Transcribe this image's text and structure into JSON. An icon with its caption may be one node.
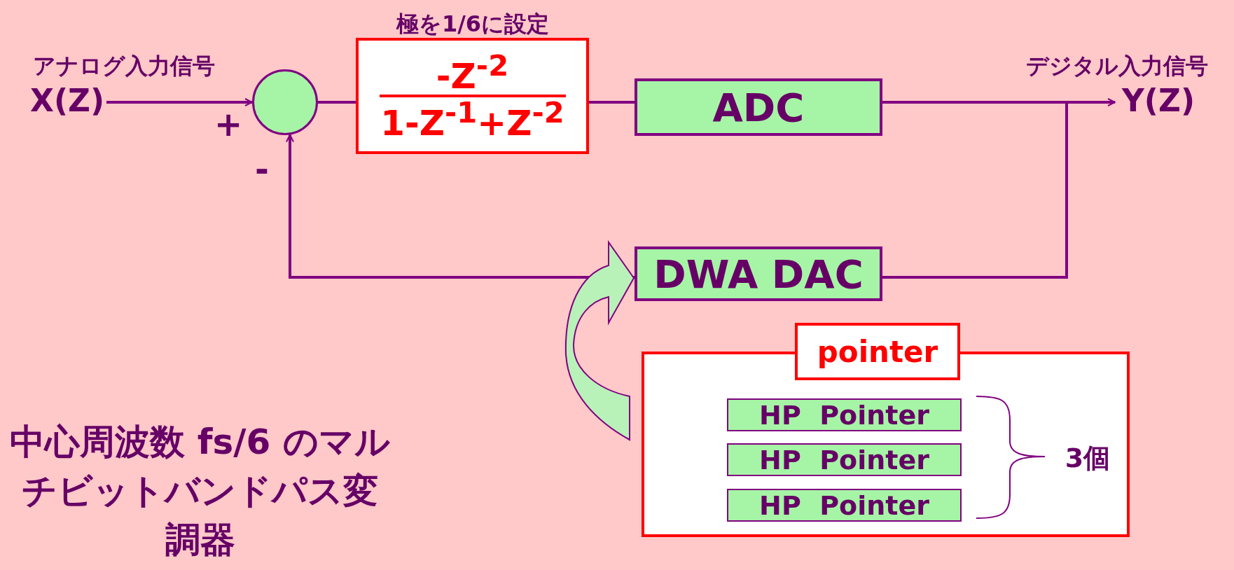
{
  "diagram": {
    "title": "中心周波数 fs/6 のマルチビットバンドパス変調器",
    "nodes": [
      {
        "text": [
          "X(Z)"
        ],
        "beside": [
          "アナログ入力信号"
        ]
      },
      {
        "text": [],
        "shape": "circle"
      },
      {
        "text": [
          "-Z$^{-2}$",
          "1-Z$^{-1}$+Z$^{-2}$"
        ],
        "beside": [
          "極を1/6に設定"
        ]
      },
      {
        "text": [
          "ADC"
        ]
      },
      {
        "text": [
          "Y(Z)"
        ],
        "beside": [
          "デジタル入力信号"
        ]
      },
      {
        "text": [
          "DWA DAC"
        ]
      },
      {
        "text": [
          "pointer"
        ]
      },
      {
        "text": [],
        "shape": "box"
      },
      {
        "text": [
          "HP  Pointer"
        ],
        "in": 7
      },
      {
        "text": [
          "HP  Pointer"
        ],
        "in": 7
      },
      {
        "text": [
          "HP  Pointer"
        ],
        "in": 7
      }
    ],
    "edges": [
      {
        "from": 0,
        "to": 1,
        "arrow": "to"
      },
      {
        "from": 1,
        "to": 2,
        "arrow": "none"
      },
      {
        "from": 2,
        "to": 3,
        "arrow": "none"
      },
      {
        "from": 3,
        "to": 4,
        "arrow": "to"
      },
      {
        "from": 3,
        "to": 5,
        "arrow": "none"
      },
      {
        "from": 5,
        "to": 1,
        "arrow": "to"
      },
      {
        "from": 7,
        "to": 5,
        "arrow": "to",
        "style": "thick",
        "color": "#b8f2b8"
      }
    ],
    "labels": [
      "+",
      "-",
      "3個"
    ]
  }
}
